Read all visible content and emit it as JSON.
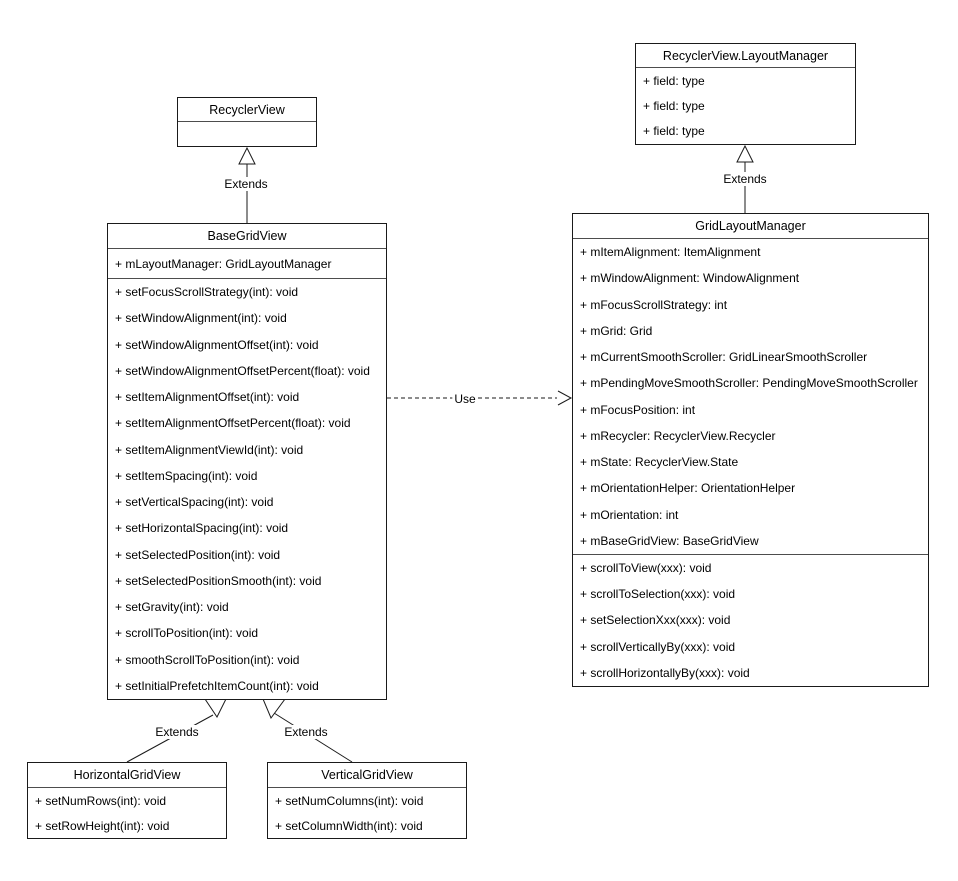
{
  "classes": {
    "recycler_view": {
      "title": "RecyclerView",
      "fields": [],
      "methods": []
    },
    "recycler_view_layout_manager": {
      "title": "RecyclerView.LayoutManager",
      "fields": [
        "+ field: type",
        "+ field: type",
        "+ field: type"
      ],
      "methods": []
    },
    "base_grid_view": {
      "title": "BaseGridView",
      "fields": [
        "+ mLayoutManager: GridLayoutManager"
      ],
      "methods": [
        "+ setFocusScrollStrategy(int): void",
        "+ setWindowAlignment(int): void",
        "+ setWindowAlignmentOffset(int): void",
        "+ setWindowAlignmentOffsetPercent(float): void",
        "+ setItemAlignmentOffset(int): void",
        "+ setItemAlignmentOffsetPercent(float): void",
        "+ setItemAlignmentViewId(int): void",
        "+ setItemSpacing(int): void",
        "+ setVerticalSpacing(int): void",
        "+ setHorizontalSpacing(int): void",
        "+ setSelectedPosition(int): void",
        "+ setSelectedPositionSmooth(int): void",
        "+ setGravity(int): void",
        "+ scrollToPosition(int): void",
        "+ smoothScrollToPosition(int): void",
        "+ setInitialPrefetchItemCount(int): void"
      ]
    },
    "grid_layout_manager": {
      "title": "GridLayoutManager",
      "fields": [
        "+ mItemAlignment: ItemAlignment",
        "+ mWindowAlignment: WindowAlignment",
        "+ mFocusScrollStrategy: int",
        "+ mGrid: Grid",
        "+ mCurrentSmoothScroller: GridLinearSmoothScroller",
        "+ mPendingMoveSmoothScroller: PendingMoveSmoothScroller",
        "+ mFocusPosition: int",
        "+ mRecycler: RecyclerView.Recycler",
        "+ mState: RecyclerView.State",
        "+ mOrientationHelper: OrientationHelper",
        "+ mOrientation: int",
        "+ mBaseGridView: BaseGridView"
      ],
      "methods": [
        "+ scrollToView(xxx): void",
        "+ scrollToSelection(xxx): void",
        "+ setSelectionXxx(xxx): void",
        "+ scrollVerticallyBy(xxx): void",
        "+ scrollHorizontallyBy(xxx): void"
      ]
    },
    "horizontal_grid_view": {
      "title": "HorizontalGridView",
      "fields": [],
      "methods": [
        "+ setNumRows(int): void",
        "+ setRowHeight(int): void"
      ]
    },
    "vertical_grid_view": {
      "title": "VerticalGridView",
      "fields": [],
      "methods": [
        "+ setNumColumns(int): void",
        "+ setColumnWidth(int): void"
      ]
    }
  },
  "edges": {
    "extends_recycler_view": "Extends",
    "extends_layout_manager": "Extends",
    "extends_horizontal": "Extends",
    "extends_vertical": "Extends",
    "use": "Use"
  },
  "colors": {
    "stroke": "#1a1a1a",
    "background": "#ffffff"
  }
}
